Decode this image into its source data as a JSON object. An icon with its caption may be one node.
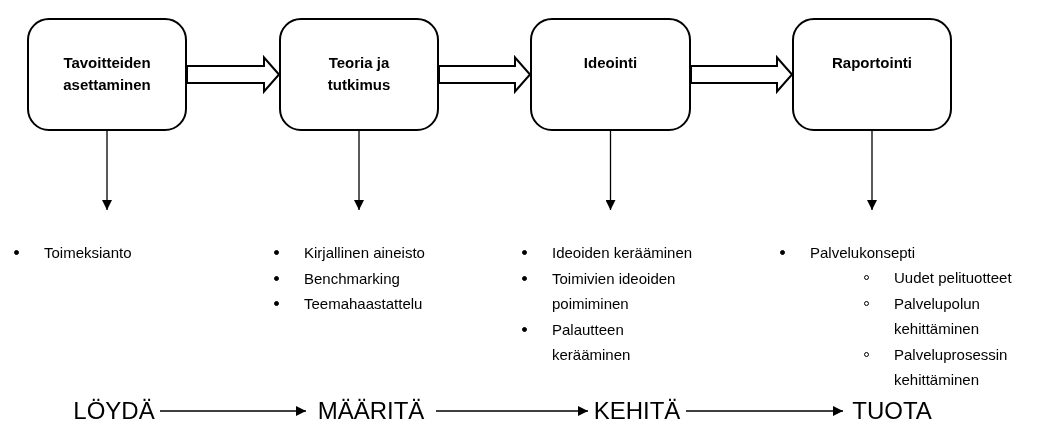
{
  "diagram": {
    "nodes": [
      {
        "text": [
          "Tavoitteiden asettaminen"
        ]
      },
      {
        "text": [
          "Teoria ja tutkimus"
        ]
      },
      {
        "text": [
          "Ideointi"
        ]
      },
      {
        "text": [
          "Raportointi"
        ]
      },
      {
        "text": [
          "Toimeksianto"
        ]
      },
      {
        "text": [
          "Kirjallinen aineisto",
          "Benchmarking",
          "Teemahaastattelu"
        ]
      },
      {
        "text": [
          "Ideoiden kerääminen",
          "Toimivien ideoiden poimiminen",
          "Palautteen kerääminen"
        ]
      },
      {
        "text": [
          "Palvelukonsepti"
        ]
      },
      {
        "text": [
          "Uudet pelituotteet",
          "Palvelupolun kehittäminen",
          "Palveluprosessin kehittäminen"
        ]
      },
      {
        "text": [
          "LÖYDÄ"
        ]
      },
      {
        "text": [
          "MÄÄRITÄ"
        ]
      },
      {
        "text": [
          "KEHITÄ"
        ]
      },
      {
        "text": [
          "TUOTA"
        ]
      }
    ],
    "edges": [
      {
        "from": 0,
        "to": 1,
        "arrow": "to",
        "style": "thick"
      },
      {
        "from": 1,
        "to": 2,
        "arrow": "to",
        "style": "thick"
      },
      {
        "from": 2,
        "to": 3,
        "arrow": "to",
        "style": "thick"
      },
      {
        "from": 0,
        "to": 4,
        "arrow": "to"
      },
      {
        "from": 1,
        "to": 5,
        "arrow": "to"
      },
      {
        "from": 2,
        "to": 6,
        "arrow": "to"
      },
      {
        "from": 3,
        "to": 7,
        "arrow": "to"
      },
      {
        "from": 9,
        "to": 10,
        "arrow": "to"
      },
      {
        "from": 10,
        "to": 11,
        "arrow": "to"
      },
      {
        "from": 11,
        "to": 12,
        "arrow": "to"
      }
    ]
  }
}
